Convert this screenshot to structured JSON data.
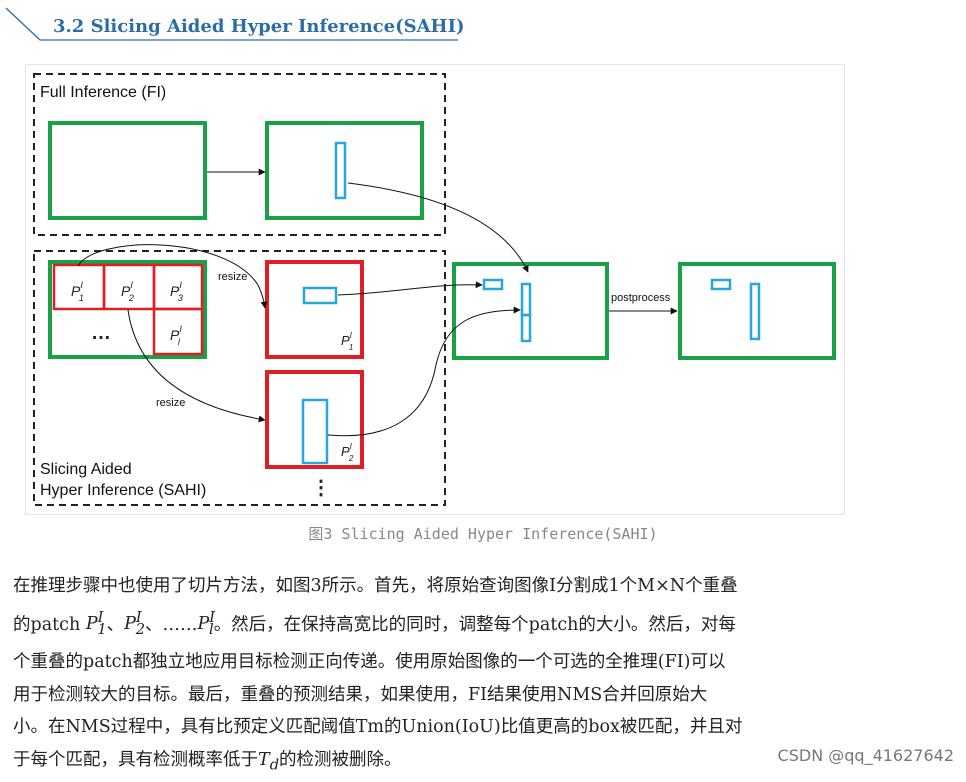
{
  "section": {
    "title": "3.2 Slicing Aided Hyper Inference(SAHI)"
  },
  "figure": {
    "fi_label": "Full Inference (FI)",
    "sahi_label_line1": "Slicing Aided",
    "sahi_label_line2": "Hyper Inference (SAHI)",
    "resize_label": "resize",
    "postprocess_label": "postprocess",
    "patch_symbol": "P",
    "patch_sup": "I",
    "patch_subs": [
      "1",
      "2",
      "3",
      "l"
    ],
    "ellipsis_h": "…",
    "ellipsis_v": "⋮",
    "colors": {
      "green": "#1aa148",
      "red": "#e01e26",
      "blue": "#26a7df",
      "dash": "#222222"
    }
  },
  "caption": "图3 Slicing Aided Hyper Inference(SAHI)",
  "paragraph": {
    "line1": "在推理步骤中也使用了切片方法，如图3所示。首先，将原始查询图像I分割成1个M×N个重叠",
    "line2_pre": "的patch ",
    "line2_sep1": "、",
    "line2_sep2": "、……",
    "line2_post": "。然后，在保持高宽比的同时，调整每个patch的大小。然后，对每",
    "line3": "个重叠的patch都独立地应用目标检测正向传递。使用原始图像的一个可选的全推理(FI)可以",
    "line4": "用于检测较大的目标。最后，重叠的预测结果，如果使用，FI结果使用NMS合并回原始大",
    "line5": "小。在NMS过程中，具有比预定义匹配阈值Tm的Union(IoU)比值更高的box被匹配，并且对",
    "line6_pre": "于每个匹配，具有检测概率低于",
    "line6_math": "T",
    "line6_math_sub": "d",
    "line6_post": "的检测被删除。"
  },
  "watermark": "CSDN @qq_41627642"
}
